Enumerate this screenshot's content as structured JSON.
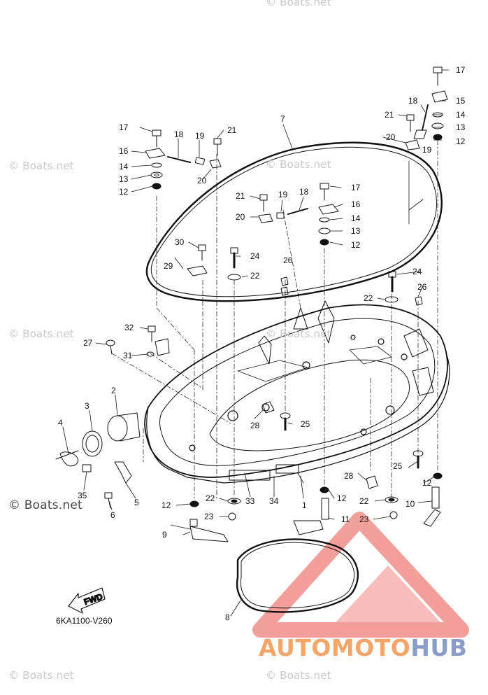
{
  "watermarks": [
    "© Boats.net",
    "© Boats.net",
    "© Boats.net",
    "© Boats.net",
    "© Boats.net",
    "© Boats.net",
    "© Boats.net",
    "© Boats.net"
  ],
  "diagram_code": "6KA1100-V260",
  "fwd_label": "FWD",
  "brand": {
    "part1": "AUTOMOTO",
    "part2": "HUB",
    "logo_color": "#e8524a"
  },
  "callouts": [
    "17",
    "18",
    "19",
    "21",
    "16",
    "14",
    "13",
    "12",
    "20",
    "7",
    "21",
    "19",
    "18",
    "17",
    "16",
    "20",
    "14",
    "13",
    "12",
    "30",
    "24",
    "29",
    "22",
    "26",
    "24",
    "22",
    "26",
    "32",
    "27",
    "31",
    "2",
    "3",
    "4",
    "35",
    "5",
    "6",
    "12",
    "22",
    "33",
    "34",
    "1",
    "12",
    "28",
    "25",
    "28",
    "22",
    "11",
    "23",
    "9",
    "23",
    "10",
    "12",
    "25",
    "8",
    "17",
    "15",
    "18",
    "14",
    "21",
    "13",
    "20",
    "19",
    "12"
  ]
}
